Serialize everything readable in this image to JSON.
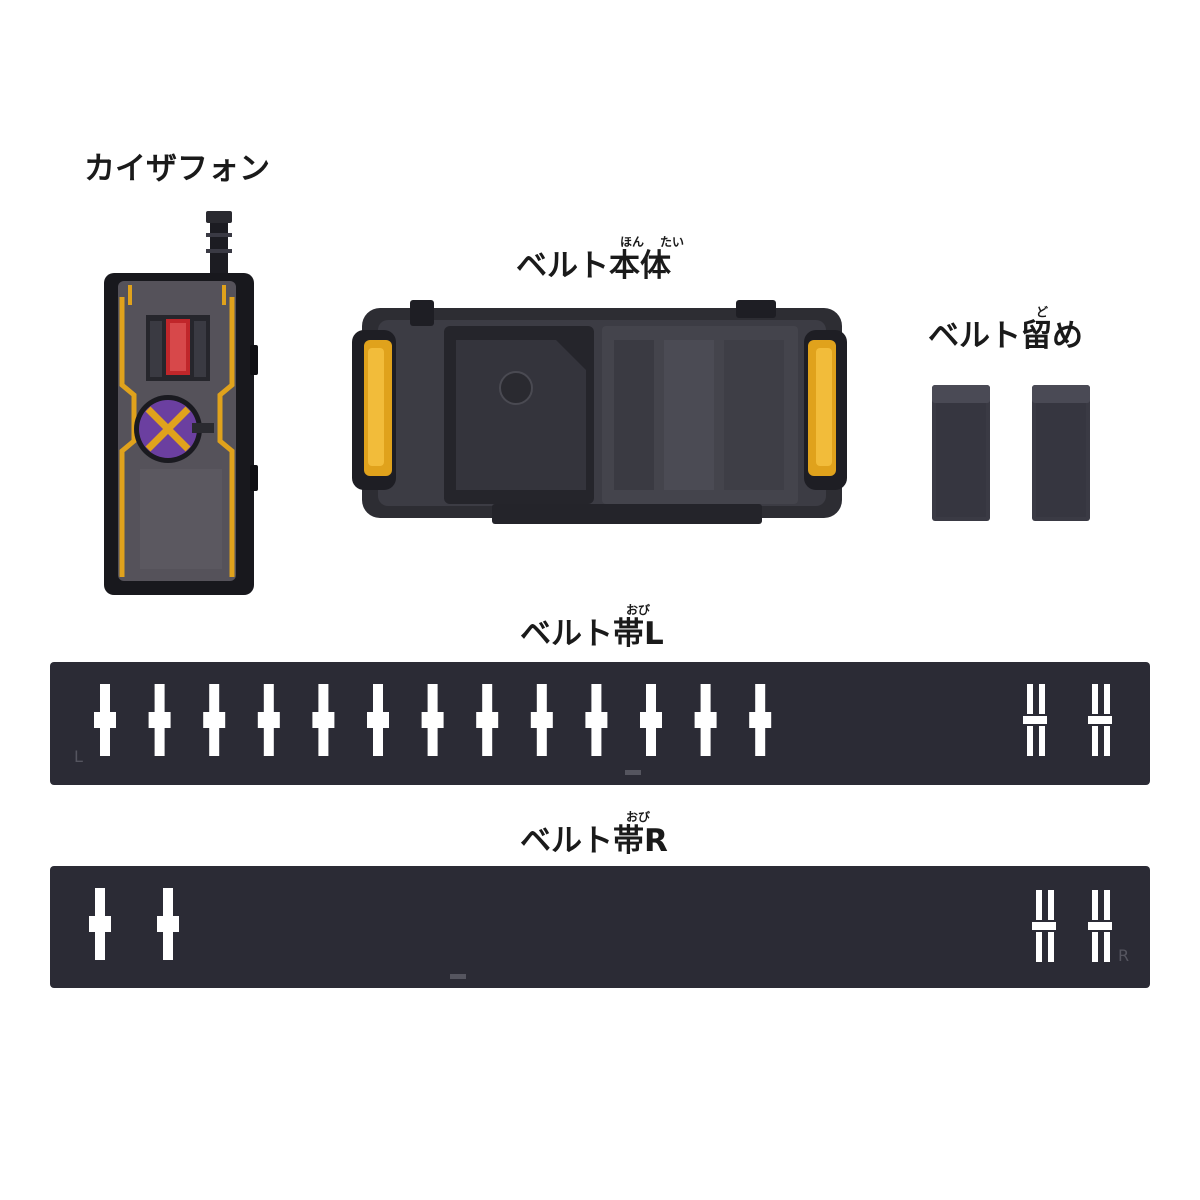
{
  "parts": {
    "phone": {
      "label": "カイザフォン"
    },
    "belt_body": {
      "label": "ベルト本体",
      "ruby_1": "ほん",
      "ruby_2": "たい"
    },
    "belt_stopper": {
      "label": "ベルト留め",
      "ruby": "ど"
    },
    "strap_left": {
      "label": "ベルト帯L",
      "ruby": "おび",
      "mark": "L"
    },
    "strap_right": {
      "label": "ベルト帯R",
      "ruby": "おび",
      "mark": "R"
    }
  },
  "colors": {
    "background": "#ffffff",
    "plastic_dark": "#2c2c36",
    "strap": "#2b2b35",
    "gold": "#e0a21c",
    "purple": "#6b3fa0",
    "red": "#c0262a"
  }
}
